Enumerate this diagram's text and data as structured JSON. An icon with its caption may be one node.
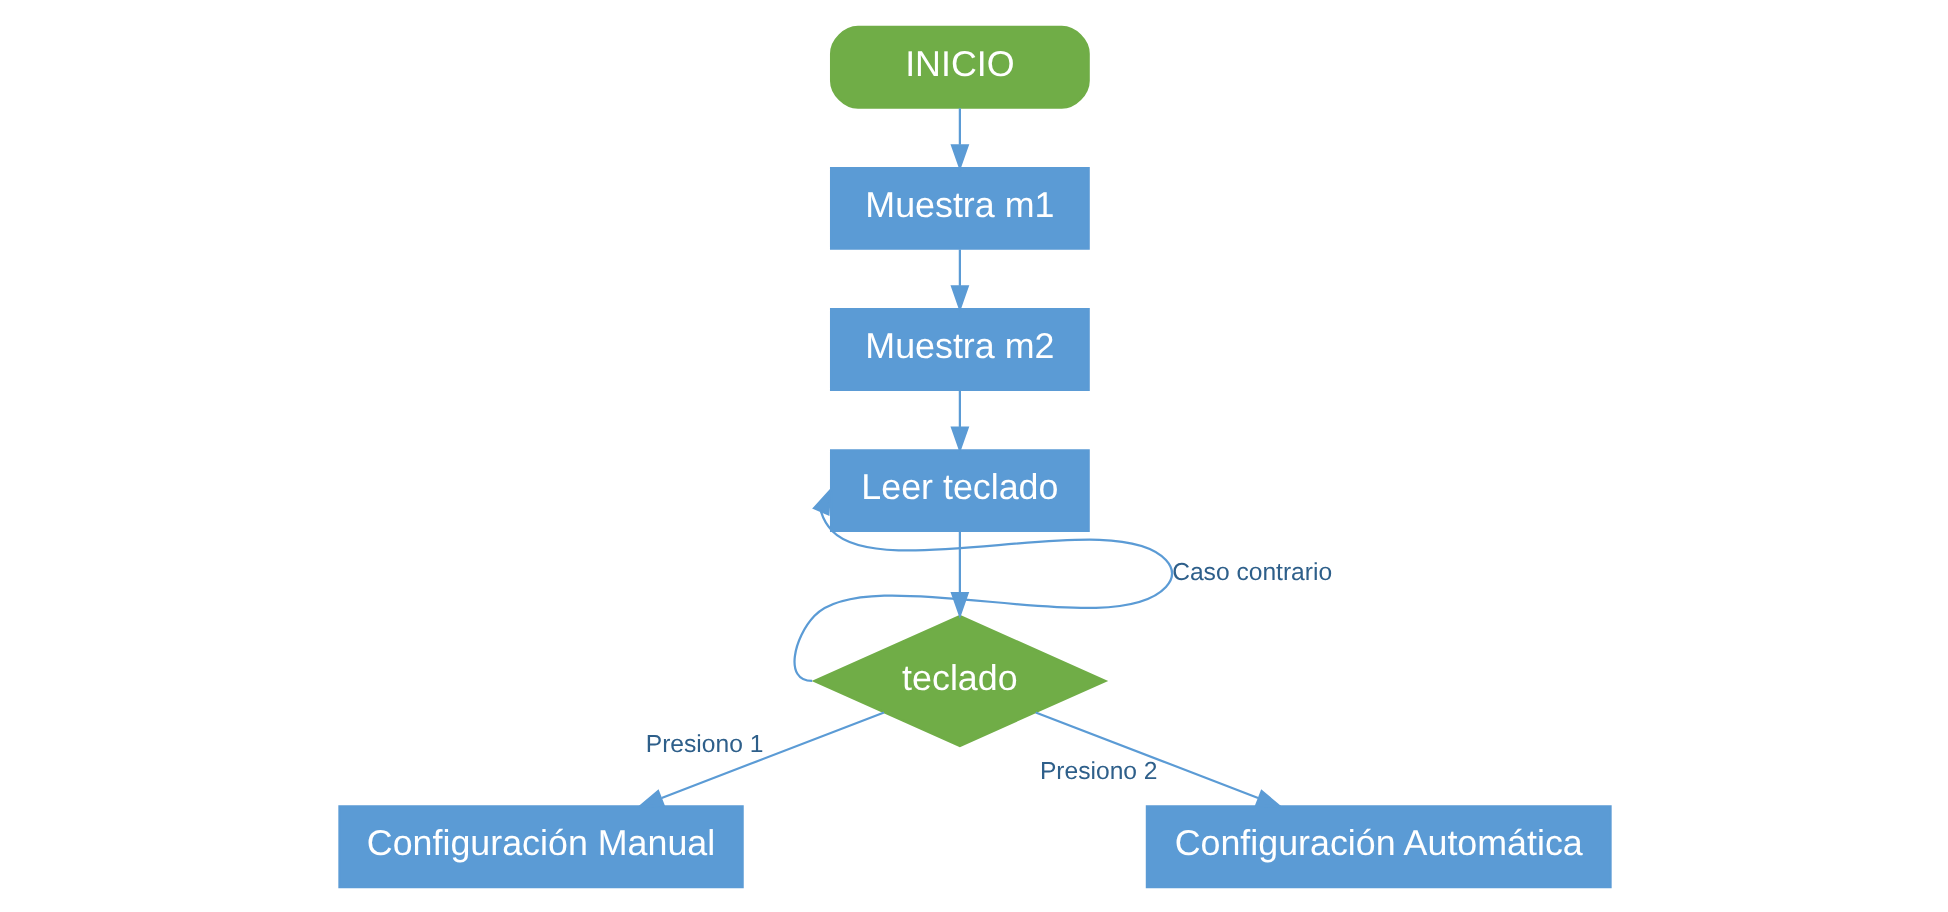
{
  "diagram": {
    "nodes": [
      {
        "text": [
          "INICIO"
        ]
      },
      {
        "text": [
          "Muestra m1"
        ]
      },
      {
        "text": [
          "Muestra m2"
        ]
      },
      {
        "text": [
          "Leer teclado"
        ]
      },
      {
        "text": [
          "teclado"
        ]
      },
      {
        "text": [
          "Configuración Manual"
        ]
      },
      {
        "text": [
          "Configuración Automática"
        ]
      }
    ],
    "edges": [
      {
        "from": 0,
        "to": 1,
        "arrow": "to"
      },
      {
        "from": 1,
        "to": 2,
        "arrow": "to"
      },
      {
        "from": 2,
        "to": 3,
        "arrow": "to"
      },
      {
        "from": 3,
        "to": 4,
        "arrow": "to"
      },
      {
        "from": 4,
        "to": 3,
        "arrow": "to",
        "label": "Caso contrario"
      },
      {
        "from": 4,
        "to": 5,
        "arrow": "to",
        "label": "Presiono 1"
      },
      {
        "from": 4,
        "to": 6,
        "arrow": "to",
        "label": "Presiono 2"
      }
    ]
  }
}
